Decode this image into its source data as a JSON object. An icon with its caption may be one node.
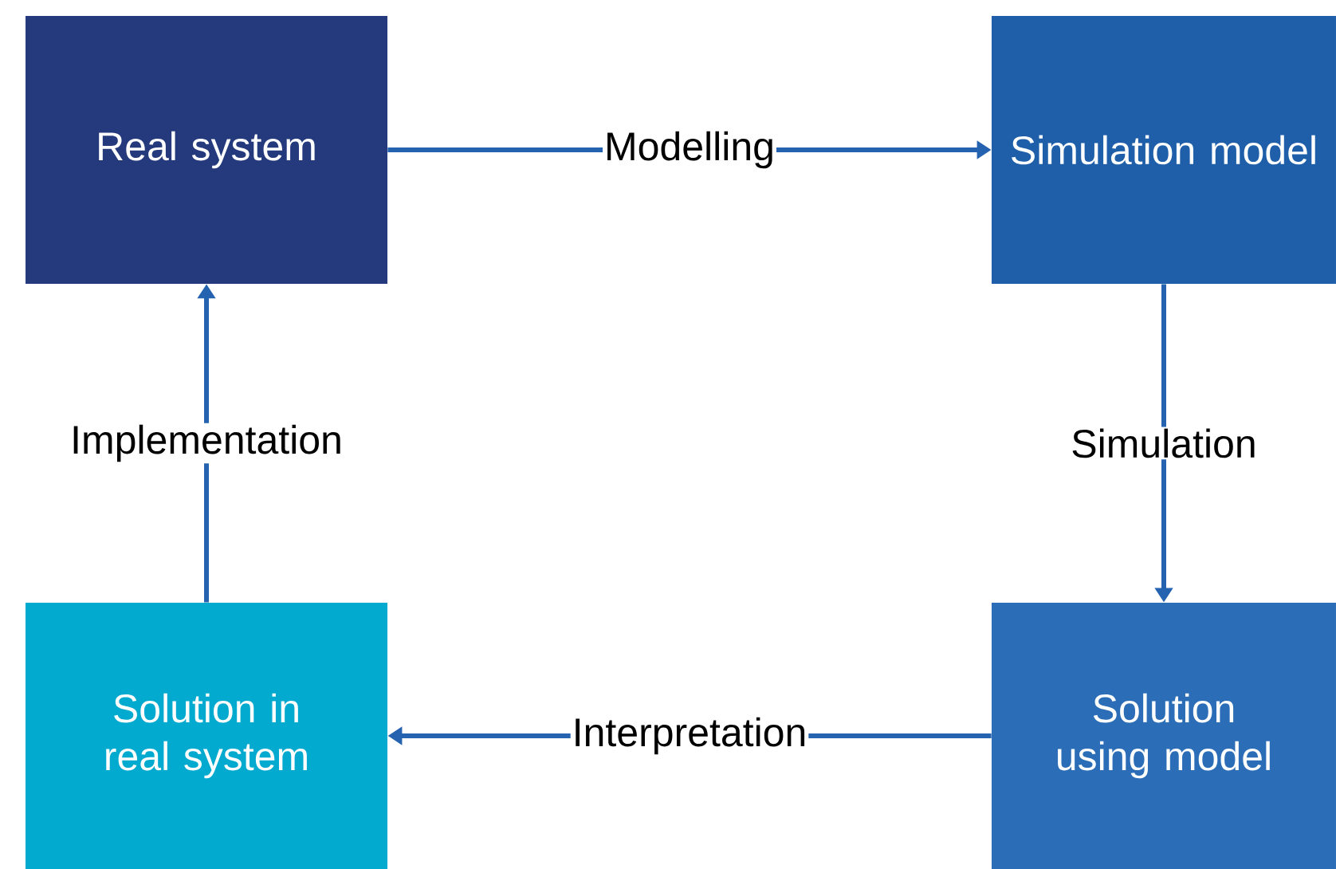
{
  "diagram": {
    "nodes": [
      {
        "text": [
          "Real system"
        ]
      },
      {
        "text": [
          "Simulation model"
        ]
      },
      {
        "text": [
          "Solution using model"
        ]
      },
      {
        "text": [
          "Solution in real system"
        ]
      }
    ],
    "edges": [
      {
        "from": 0,
        "to": 1,
        "arrow": "to",
        "label": "Modelling"
      },
      {
        "from": 1,
        "to": 2,
        "arrow": "to",
        "label": "Simulation"
      },
      {
        "from": 2,
        "to": 3,
        "arrow": "to",
        "label": "Interpretation"
      },
      {
        "from": 3,
        "to": 0,
        "arrow": "to",
        "label": "Implementation"
      }
    ]
  }
}
